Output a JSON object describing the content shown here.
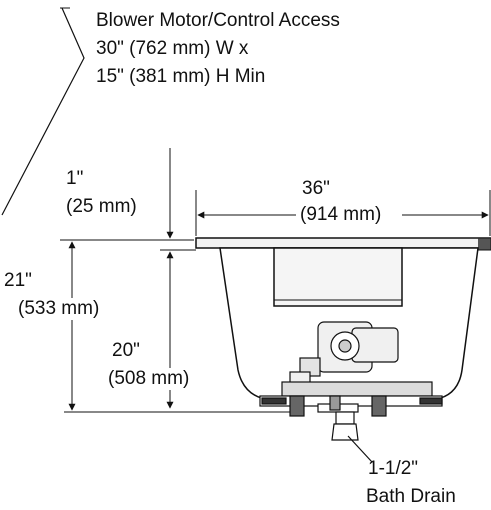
{
  "access_note": {
    "line1": "Blower Motor/Control Access",
    "line2": "30\" (762 mm) W x",
    "line3": "15\" (381 mm) H Min"
  },
  "dimensions": {
    "rim": {
      "inches": "1\"",
      "mm": "(25 mm)"
    },
    "width": {
      "inches": "36\"",
      "mm": "(914 mm)"
    },
    "overall_height": {
      "inches": "21\"",
      "mm": "(533 mm)"
    },
    "basin_height": {
      "inches": "20\"",
      "mm": "(508 mm)"
    }
  },
  "drain": {
    "line1": "1-1/2\"",
    "line2": "Bath Drain"
  }
}
